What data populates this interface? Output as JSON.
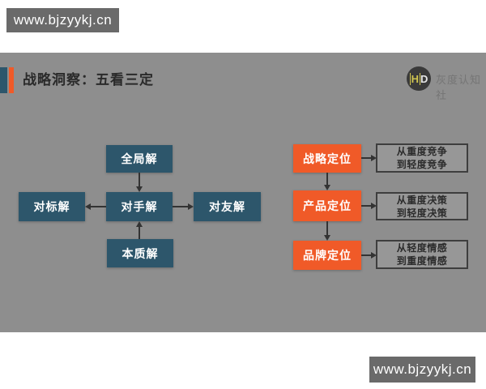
{
  "watermarks": {
    "top": "www.bjzyykj.cn",
    "bottom": "www.bjzyykj.cn"
  },
  "slide": {
    "title": "战略洞察：五看三定",
    "logo": {
      "monogram_h": "H",
      "monogram_d": "D",
      "wordmark": "灰度认知社"
    },
    "five_looks": {
      "top": "全局解",
      "left": "对标解",
      "center": "对手解",
      "right": "对友解",
      "bottom": "本质解"
    },
    "three_positions": [
      {
        "label": "战略定位",
        "outcome": [
          "从重度竞争",
          "到轻度竞争"
        ]
      },
      {
        "label": "产品定位",
        "outcome": [
          "从重度决策",
          "到轻度决策"
        ]
      },
      {
        "label": "品牌定位",
        "outcome": [
          "从轻度情感",
          "到重度情感"
        ]
      }
    ],
    "colors": {
      "slide_bg": "#8e8e8e",
      "banner_bg": "#6a6a6a",
      "teal_box": "#2d566b",
      "orange_box": "#f05a28",
      "line": "#333333",
      "title_text": "#2a2a2a"
    }
  }
}
